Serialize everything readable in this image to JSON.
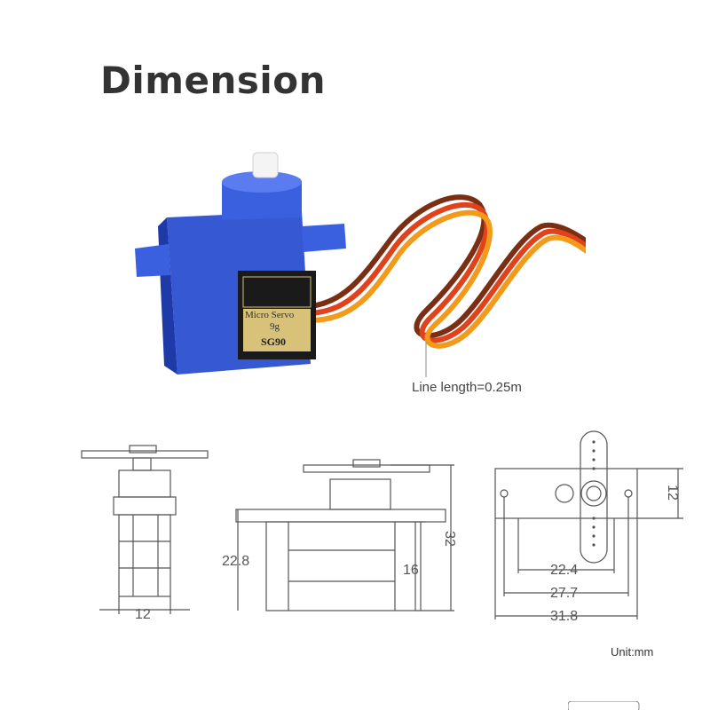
{
  "title": "Dimension",
  "label": {
    "brand": "Micro Servo",
    "weight": "9g",
    "model": "SG90"
  },
  "wire_note": "Line length=0.25m",
  "dimensions": {
    "side_width": "12",
    "total_height": "32",
    "body_height": "22.8",
    "lower_height": "16",
    "top_depth": "12",
    "body_length": "22.4",
    "tab_hole_spacing": "27.7",
    "overall_length": "31.8"
  },
  "unit": "Unit:mm",
  "colors": {
    "servo_blue": "#2b4fd0",
    "wire_brown": "#7a2e14",
    "wire_red": "#e0421c",
    "wire_orange": "#f29a1a",
    "label_gold": "#d8c27a"
  }
}
